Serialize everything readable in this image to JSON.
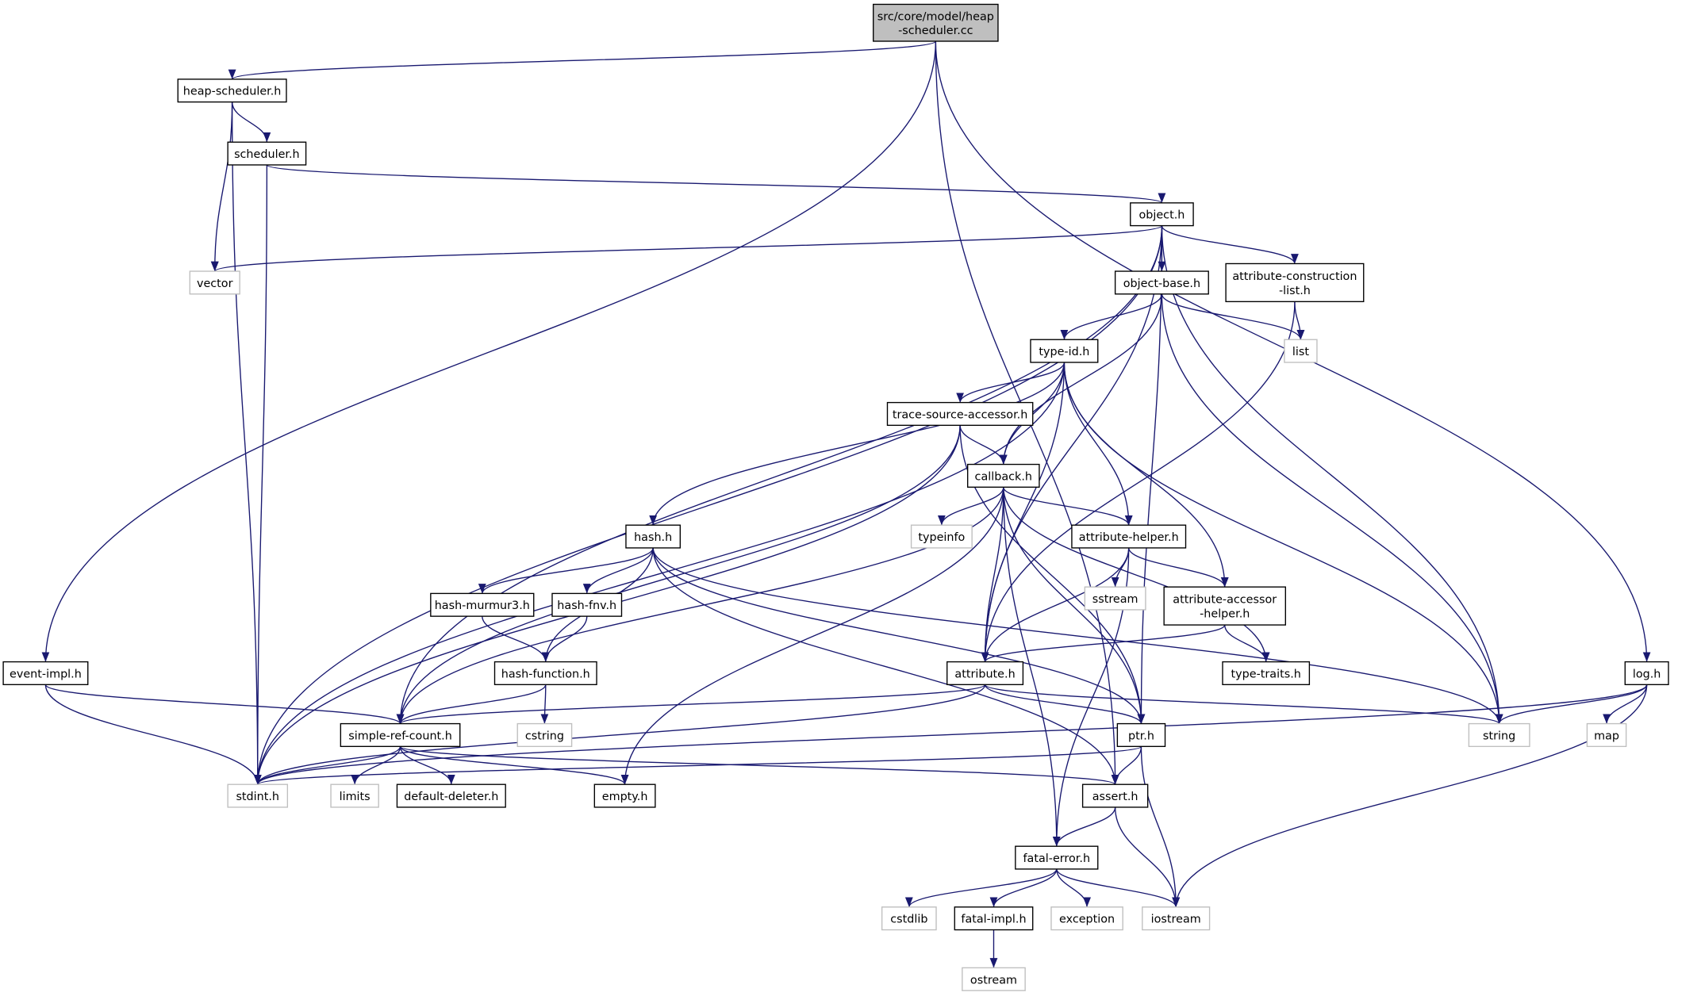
{
  "colors": {
    "edge": "#191970",
    "root_fill": "#bfbfbf",
    "documented_border": "#000000",
    "external_border": "#bfbfbf",
    "external_text": "#000000"
  },
  "nodes": [
    {
      "id": "root",
      "lines": [
        "src/core/model/heap",
        "-scheduler.cc"
      ],
      "kind": "root"
    },
    {
      "id": "heap-scheduler.h",
      "lines": [
        "heap-scheduler.h"
      ],
      "kind": "documented"
    },
    {
      "id": "scheduler.h",
      "lines": [
        "scheduler.h"
      ],
      "kind": "documented"
    },
    {
      "id": "object.h",
      "lines": [
        "object.h"
      ],
      "kind": "documented"
    },
    {
      "id": "vector",
      "lines": [
        "vector"
      ],
      "kind": "external"
    },
    {
      "id": "object-base.h",
      "lines": [
        "object-base.h"
      ],
      "kind": "documented"
    },
    {
      "id": "attribute-construction-list.h",
      "lines": [
        "attribute-construction",
        "-list.h"
      ],
      "kind": "documented"
    },
    {
      "id": "list",
      "lines": [
        "list"
      ],
      "kind": "external"
    },
    {
      "id": "type-id.h",
      "lines": [
        "type-id.h"
      ],
      "kind": "documented"
    },
    {
      "id": "trace-source-accessor.h",
      "lines": [
        "trace-source-accessor.h"
      ],
      "kind": "documented"
    },
    {
      "id": "callback.h",
      "lines": [
        "callback.h"
      ],
      "kind": "documented"
    },
    {
      "id": "hash.h",
      "lines": [
        "hash.h"
      ],
      "kind": "documented"
    },
    {
      "id": "typeinfo",
      "lines": [
        "typeinfo"
      ],
      "kind": "external"
    },
    {
      "id": "attribute-helper.h",
      "lines": [
        "attribute-helper.h"
      ],
      "kind": "documented"
    },
    {
      "id": "sstream",
      "lines": [
        "sstream"
      ],
      "kind": "external"
    },
    {
      "id": "attribute-accessor-helper.h",
      "lines": [
        "attribute-accessor",
        "-helper.h"
      ],
      "kind": "documented"
    },
    {
      "id": "hash-murmur3.h",
      "lines": [
        "hash-murmur3.h"
      ],
      "kind": "documented"
    },
    {
      "id": "hash-fnv.h",
      "lines": [
        "hash-fnv.h"
      ],
      "kind": "documented"
    },
    {
      "id": "hash-function.h",
      "lines": [
        "hash-function.h"
      ],
      "kind": "documented"
    },
    {
      "id": "attribute.h",
      "lines": [
        "attribute.h"
      ],
      "kind": "documented"
    },
    {
      "id": "type-traits.h",
      "lines": [
        "type-traits.h"
      ],
      "kind": "documented"
    },
    {
      "id": "event-impl.h",
      "lines": [
        "event-impl.h"
      ],
      "kind": "documented"
    },
    {
      "id": "log.h",
      "lines": [
        "log.h"
      ],
      "kind": "documented"
    },
    {
      "id": "simple-ref-count.h",
      "lines": [
        "simple-ref-count.h"
      ],
      "kind": "documented"
    },
    {
      "id": "cstring",
      "lines": [
        "cstring"
      ],
      "kind": "external"
    },
    {
      "id": "ptr.h",
      "lines": [
        "ptr.h"
      ],
      "kind": "documented"
    },
    {
      "id": "string",
      "lines": [
        "string"
      ],
      "kind": "external"
    },
    {
      "id": "map",
      "lines": [
        "map"
      ],
      "kind": "external"
    },
    {
      "id": "stdint.h",
      "lines": [
        "stdint.h"
      ],
      "kind": "external"
    },
    {
      "id": "limits",
      "lines": [
        "limits"
      ],
      "kind": "external"
    },
    {
      "id": "default-deleter.h",
      "lines": [
        "default-deleter.h"
      ],
      "kind": "documented"
    },
    {
      "id": "empty.h",
      "lines": [
        "empty.h"
      ],
      "kind": "documented"
    },
    {
      "id": "assert.h",
      "lines": [
        "assert.h"
      ],
      "kind": "documented"
    },
    {
      "id": "fatal-error.h",
      "lines": [
        "fatal-error.h"
      ],
      "kind": "documented"
    },
    {
      "id": "cstdlib",
      "lines": [
        "cstdlib"
      ],
      "kind": "external"
    },
    {
      "id": "fatal-impl.h",
      "lines": [
        "fatal-impl.h"
      ],
      "kind": "documented"
    },
    {
      "id": "exception",
      "lines": [
        "exception"
      ],
      "kind": "external"
    },
    {
      "id": "iostream",
      "lines": [
        "iostream"
      ],
      "kind": "external"
    },
    {
      "id": "ostream",
      "lines": [
        "ostream"
      ],
      "kind": "external"
    }
  ],
  "edges": [
    [
      "root",
      "heap-scheduler.h"
    ],
    [
      "root",
      "event-impl.h"
    ],
    [
      "root",
      "log.h"
    ],
    [
      "root",
      "assert.h"
    ],
    [
      "heap-scheduler.h",
      "scheduler.h"
    ],
    [
      "heap-scheduler.h",
      "vector"
    ],
    [
      "heap-scheduler.h",
      "stdint.h"
    ],
    [
      "scheduler.h",
      "object.h"
    ],
    [
      "scheduler.h",
      "stdint.h"
    ],
    [
      "object.h",
      "vector"
    ],
    [
      "object.h",
      "stdint.h"
    ],
    [
      "object.h",
      "simple-ref-count.h"
    ],
    [
      "object.h",
      "object-base.h"
    ],
    [
      "object.h",
      "attribute-construction-list.h"
    ],
    [
      "object.h",
      "attribute.h"
    ],
    [
      "object.h",
      "ptr.h"
    ],
    [
      "object.h",
      "string"
    ],
    [
      "object-base.h",
      "type-id.h"
    ],
    [
      "object-base.h",
      "callback.h"
    ],
    [
      "object-base.h",
      "list"
    ],
    [
      "object-base.h",
      "string"
    ],
    [
      "attribute-construction-list.h",
      "list"
    ],
    [
      "attribute-construction-list.h",
      "attribute.h"
    ],
    [
      "type-id.h",
      "stdint.h"
    ],
    [
      "type-id.h",
      "trace-source-accessor.h"
    ],
    [
      "type-id.h",
      "callback.h"
    ],
    [
      "type-id.h",
      "hash.h"
    ],
    [
      "type-id.h",
      "attribute.h"
    ],
    [
      "type-id.h",
      "attribute-helper.h"
    ],
    [
      "type-id.h",
      "attribute-accessor-helper.h"
    ],
    [
      "type-id.h",
      "string"
    ],
    [
      "trace-source-accessor.h",
      "simple-ref-count.h"
    ],
    [
      "trace-source-accessor.h",
      "stdint.h"
    ],
    [
      "trace-source-accessor.h",
      "callback.h"
    ],
    [
      "trace-source-accessor.h",
      "ptr.h"
    ],
    [
      "callback.h",
      "simple-ref-count.h"
    ],
    [
      "callback.h",
      "typeinfo"
    ],
    [
      "callback.h",
      "attribute-helper.h"
    ],
    [
      "callback.h",
      "attribute.h"
    ],
    [
      "callback.h",
      "fatal-error.h"
    ],
    [
      "callback.h",
      "empty.h"
    ],
    [
      "callback.h",
      "ptr.h"
    ],
    [
      "callback.h",
      "type-traits.h"
    ],
    [
      "hash.h",
      "hash-murmur3.h"
    ],
    [
      "hash.h",
      "hash-fnv.h"
    ],
    [
      "hash.h",
      "hash-function.h"
    ],
    [
      "hash.h",
      "ptr.h"
    ],
    [
      "hash.h",
      "assert.h"
    ],
    [
      "hash.h",
      "string"
    ],
    [
      "hash-murmur3.h",
      "hash-function.h"
    ],
    [
      "hash-fnv.h",
      "hash-function.h"
    ],
    [
      "hash-function.h",
      "simple-ref-count.h"
    ],
    [
      "hash-function.h",
      "cstring"
    ],
    [
      "attribute-helper.h",
      "attribute.h"
    ],
    [
      "attribute-helper.h",
      "sstream"
    ],
    [
      "attribute-helper.h",
      "attribute-accessor-helper.h"
    ],
    [
      "attribute-helper.h",
      "fatal-error.h"
    ],
    [
      "attribute-accessor-helper.h",
      "attribute.h"
    ],
    [
      "attribute-accessor-helper.h",
      "type-traits.h"
    ],
    [
      "attribute.h",
      "simple-ref-count.h"
    ],
    [
      "attribute.h",
      "stdint.h"
    ],
    [
      "attribute.h",
      "ptr.h"
    ],
    [
      "attribute.h",
      "string"
    ],
    [
      "event-impl.h",
      "simple-ref-count.h"
    ],
    [
      "event-impl.h",
      "stdint.h"
    ],
    [
      "log.h",
      "string"
    ],
    [
      "log.h",
      "map"
    ],
    [
      "log.h",
      "iostream"
    ],
    [
      "log.h",
      "stdint.h"
    ],
    [
      "simple-ref-count.h",
      "stdint.h"
    ],
    [
      "simple-ref-count.h",
      "limits"
    ],
    [
      "simple-ref-count.h",
      "default-deleter.h"
    ],
    [
      "simple-ref-count.h",
      "empty.h"
    ],
    [
      "simple-ref-count.h",
      "assert.h"
    ],
    [
      "ptr.h",
      "stdint.h"
    ],
    [
      "ptr.h",
      "assert.h"
    ],
    [
      "ptr.h",
      "iostream"
    ],
    [
      "assert.h",
      "fatal-error.h"
    ],
    [
      "assert.h",
      "iostream"
    ],
    [
      "fatal-error.h",
      "cstdlib"
    ],
    [
      "fatal-error.h",
      "fatal-impl.h"
    ],
    [
      "fatal-error.h",
      "exception"
    ],
    [
      "fatal-error.h",
      "iostream"
    ],
    [
      "fatal-impl.h",
      "ostream"
    ]
  ]
}
